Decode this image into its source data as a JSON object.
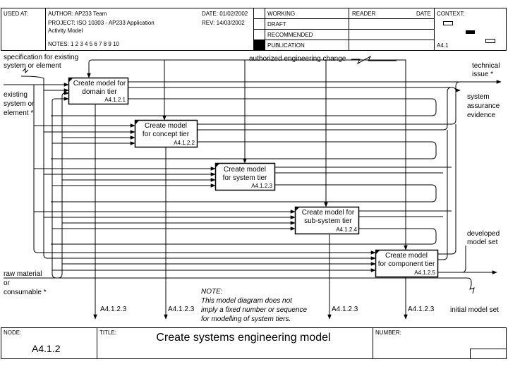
{
  "header": {
    "used_at": "USED AT:",
    "author": "AUTHOR:  AP233 Team",
    "project_line1": "PROJECT:  ISO 10303 - AP233 Application",
    "project_line2": "Activity Model",
    "notes": "NOTES:  1  2  3  4  5  6  7  8  9  10",
    "date": "DATE:  01/02/2002",
    "rev": "REV:    14/03/2002",
    "status": [
      "WORKING",
      "DRAFT",
      "RECOMMENDED",
      "PUBLICATION"
    ],
    "reader": "READER",
    "reader_date": "DATE",
    "context": "CONTEXT:",
    "context_node": "A4.1"
  },
  "activities": [
    {
      "line1": "Create model for",
      "line2": "domain tier",
      "num": "A4.1.2.1"
    },
    {
      "line1": "Create model",
      "line2": "for concept tier",
      "num": "A4.1.2.2"
    },
    {
      "line1": "Create model",
      "line2": "for system tier",
      "num": "A4.1.2.3"
    },
    {
      "line1": "Create model for",
      "line2": "sub-system tier",
      "num": "A4.1.2.4"
    },
    {
      "line1": "Create model",
      "line2": "for component tier",
      "num": "A4.1.2.5"
    }
  ],
  "labels": {
    "spec_1": "specification for existing",
    "spec_2": "system or element",
    "existing_1": "existing",
    "existing_2": "system or",
    "existing_3": "element *",
    "change": "authorized engineering change",
    "tech_1": "technical",
    "tech_2": "issue *",
    "sys_1": "system",
    "sys_2": "assurance",
    "sys_3": "evidence",
    "dev_1": "developed",
    "dev_2": "model set",
    "raw_1": "raw material",
    "raw_2": "or",
    "raw_3": "consumable *",
    "initial": "initial model set"
  },
  "mechanisms": [
    "A4.1.2.3",
    "A4.1.2.3",
    "A4.1.2.3",
    "A4.1.2.3"
  ],
  "note": {
    "l1": "NOTE:",
    "l2": "This model diagram does not",
    "l3": "imply a fixed number or sequence",
    "l4": "for modelling of system tiers."
  },
  "footer": {
    "node_label": "NODE:",
    "node": "A4.1.2",
    "title_label": "TITLE:",
    "title": "Create systems engineering model",
    "number_label": "NUMBER:"
  }
}
